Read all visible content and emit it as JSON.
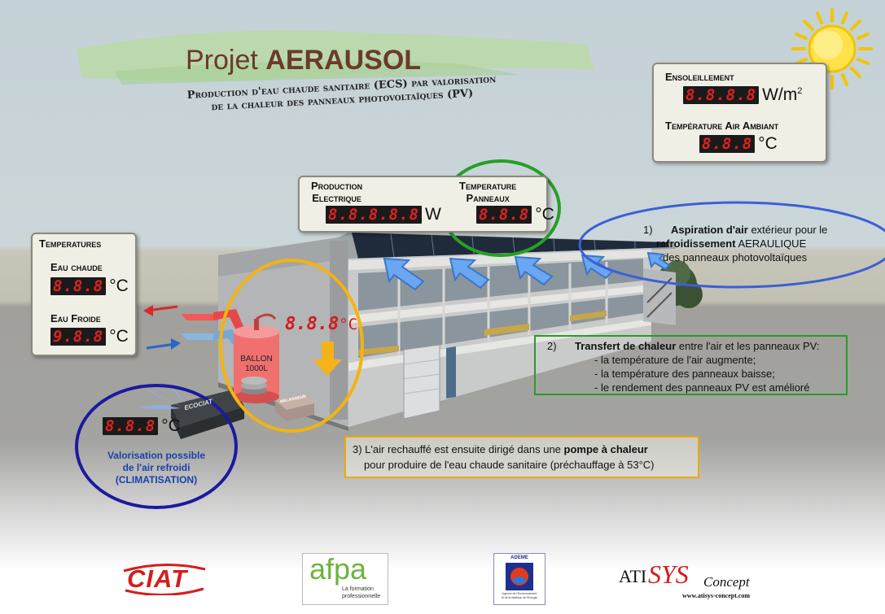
{
  "title": {
    "prefix": "Projet",
    "name": "AERAUSOL"
  },
  "subtitle": {
    "line1": "Production d'eau chaude sanitaire (ECS)  par valorisation",
    "line2": "de la chaleur des panneaux photovoltaïques (PV)"
  },
  "sun_panel": {
    "ensoleillement_label": "Ensoleillement",
    "ensoleillement_display": "8.8.8.8",
    "ensoleillement_unit": "W/m",
    "ensoleillement_unit_sup": "2",
    "air_label": "Température Air Ambiant",
    "air_display": "8.8.8",
    "air_unit": "°C"
  },
  "production_panel": {
    "prod_label_1": "Production",
    "prod_label_2": "Electrique",
    "prod_display": "8.8.8.8.8",
    "prod_unit": "W",
    "temp_label_1": "Temperature",
    "temp_label_2": "Panneaux",
    "temp_display": "8.8.8",
    "temp_unit": "°C"
  },
  "temperatures_panel": {
    "title": "Temperatures",
    "hot_label": "Eau chaude",
    "hot_display": "8.8.8",
    "hot_unit": "°C",
    "cold_label": "Eau Froide",
    "cold_display": "9.8.8",
    "cold_unit": "°C"
  },
  "balloon": {
    "display": "8.8.8",
    "unit": "°C",
    "tank_line1": "BALLON",
    "tank_line2": "1000L",
    "ecociat_label": "ECOCIAT",
    "melangeur_label": "MELANGEUR"
  },
  "cooling": {
    "display": "8.8.8",
    "unit": "°C",
    "line1": "Valorisation possible",
    "line2": "de l'air refroidi",
    "line3": "(CLIMATISATION)"
  },
  "step1": {
    "number": "1)",
    "bold1": "Aspiration d'air",
    "text1": " extérieur pour le",
    "bold2": "refroidissement",
    "text2": " AERAULIQUE",
    "text3": "des panneaux photovoltaïques"
  },
  "step2": {
    "number": "2)",
    "bold": "Transfert de chaleur",
    "text": " entre l'air et les panneaux PV:",
    "bullet1": "- la température de l'air augmente;",
    "bullet2": "- la température des panneaux baisse;",
    "bullet3": "- le rendement des panneaux PV est amélioré"
  },
  "step3": {
    "line1_pre": "3) L'air rechauffé est ensuite dirigé dans une ",
    "line1_bold": "pompe à chaleur",
    "line2": "pour produire de l'eau chaude sanitaire (préchauffage à 53°C)"
  },
  "logos": {
    "ciat": "CIAT",
    "afpa": "afpa",
    "afpa_sub1": "La formation",
    "afpa_sub2": "professionnelle",
    "ademe": "ADEME",
    "ademe_sub1": "Agence de l'Environnement",
    "ademe_sub2": "et de la Maîtrise de l'Energie",
    "atisys_1": "ATI",
    "atisys_2": "SYS",
    "atisys_3": "Concept",
    "atisys_url": "www.atisys-concept.com"
  },
  "colors": {
    "led_red": "#e32020",
    "accent_blue": "#3a5fd0",
    "accent_green": "#2a9a2a",
    "accent_orange": "#f0a800",
    "ring_navy": "#1a1aa0"
  }
}
